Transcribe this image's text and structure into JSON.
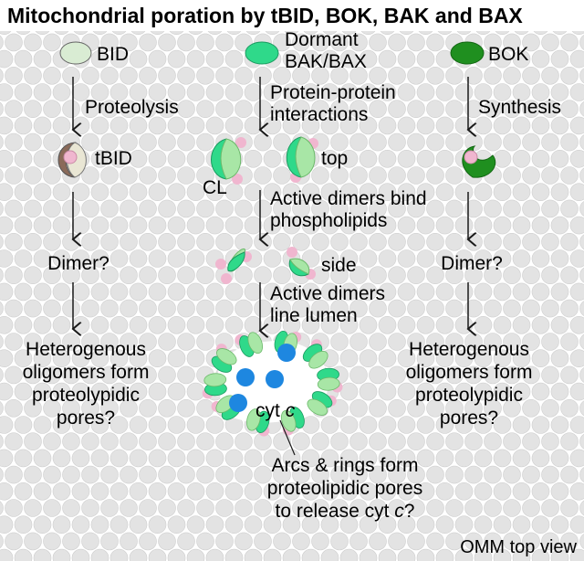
{
  "title": "Mitochondrial poration by tBID, BOK, BAK and BAX",
  "footer": "OMM top view",
  "colors": {
    "membrane_fill": "#e3e3e3",
    "membrane_stroke": "#cfcfcf",
    "bid_light": "#d9ecd3",
    "green_light": "#a8e6a6",
    "green_bright": "#2fd98a",
    "bok_dark": "#1f8f1f",
    "pink": "#f0b6cf",
    "cyt_blue": "#1e87e0",
    "tbid_brown": "#8a6a5a"
  },
  "columns": {
    "left": {
      "start": "BID",
      "step1": "Proteolysis",
      "product": "tBID",
      "step2": "Dimer?",
      "result": [
        "Heterogenous",
        "oligomers form",
        "proteolypidic",
        "pores?"
      ]
    },
    "middle": {
      "start": [
        "Dormant",
        "BAK/BAX"
      ],
      "step1": [
        "Protein-protein",
        "interactions"
      ],
      "cl_label": "CL",
      "top_label": "top",
      "step2": [
        "Active dimers bind",
        "phospholipids"
      ],
      "side_label": "side",
      "step3": [
        "Active dimers",
        "line lumen"
      ],
      "cyt_label": "cyt",
      "cyt_italic": "c",
      "result": [
        "Arcs & rings form",
        "proteolipidic pores",
        "to release cyt"
      ],
      "result_italic": "c",
      "result_end": "?"
    },
    "right": {
      "start": "BOK",
      "step1": "Synthesis",
      "step2": "Dimer?",
      "result": [
        "Heterogenous",
        "oligomers form",
        "proteolypidic",
        "pores?"
      ]
    }
  }
}
